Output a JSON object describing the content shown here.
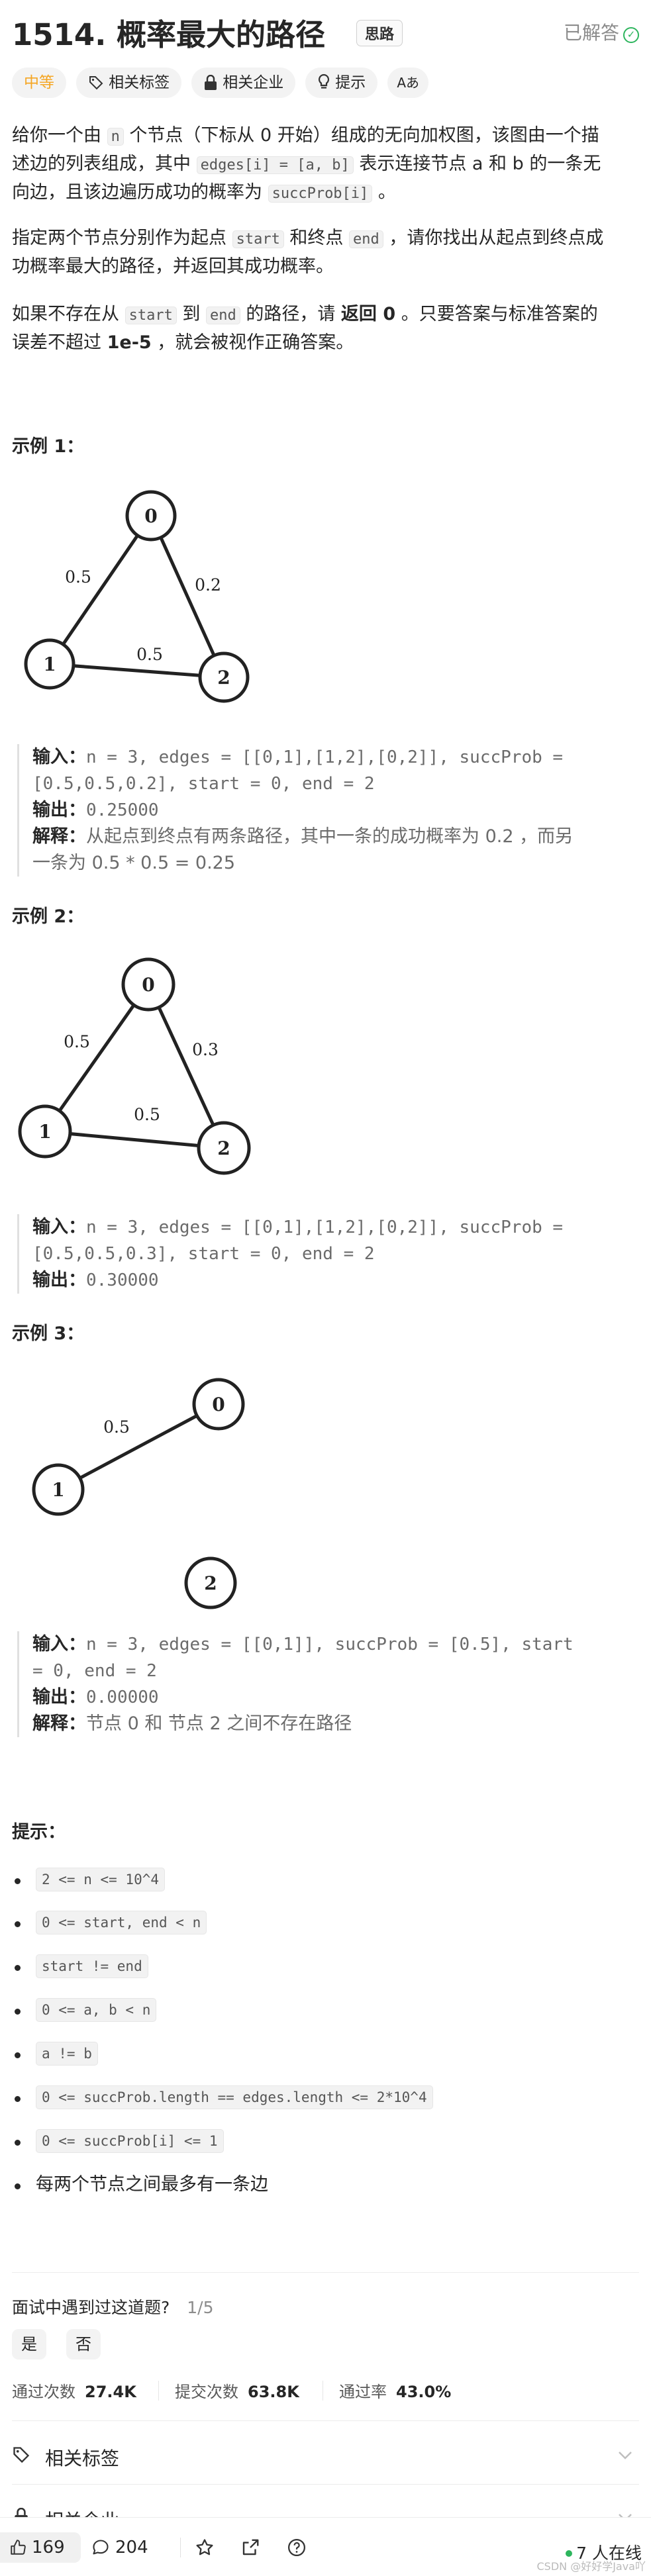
{
  "header": {
    "title": "1514. 概率最大的路径",
    "think_badge": "思路",
    "solved_label": "已解答"
  },
  "tags": {
    "difficulty": "中等",
    "related_tags": "相关标签",
    "related_companies": "相关企业",
    "hint": "提示",
    "translate_icon_label": "Aあ"
  },
  "description": {
    "p1_a": "给你一个由 ",
    "p1_n": "n",
    "p1_b": " 个节点（下标从 0 开始）组成的无向加权图，该图由一个描",
    "p1_c": "述边的列表组成，其中 ",
    "p1_edges": "edges[i] = [a, b]",
    "p1_d": " 表示连接节点 a 和 b 的一条无",
    "p1_e": "向边，且该边遍历成功的概率为 ",
    "p1_succ": "succProb[i]",
    "p1_f": " 。",
    "p2_a": "指定两个节点分别作为起点 ",
    "p2_start": "start",
    "p2_b": " 和终点 ",
    "p2_end": "end",
    "p2_c": " ，请你找出从起点到终点成",
    "p2_d": "功概率最大的路径，并返回其成功概率。",
    "p3_a": "如果不存在从 ",
    "p3_start": "start",
    "p3_b": " 到 ",
    "p3_end": "end",
    "p3_c": " 的路径，请 ",
    "p3_ret": "返回 0",
    "p3_d": " 。只要答案与标准答案的",
    "p3_e": "误差不超过 ",
    "p3_eps": "1e-5",
    "p3_f": " ，就会被视作正确答案。"
  },
  "examples": [
    {
      "title": "示例 1：",
      "graph": {
        "n0": "0",
        "n1": "1",
        "n2": "2",
        "e01": "0.5",
        "e02": "0.2",
        "e12": "0.5"
      },
      "input_label": "输入：",
      "input_line1": "n = 3, edges = [[0,1],[1,2],[0,2]], succProb =",
      "input_line2": "[0.5,0.5,0.2], start = 0, end = 2",
      "output_label": "输出：",
      "output": "0.25000",
      "explain_label": "解释：",
      "explain_line1": "从起点到终点有两条路径，其中一条的成功概率为 0.2 ，而另",
      "explain_line2": "一条为 0.5 * 0.5 = 0.25"
    },
    {
      "title": "示例 2：",
      "graph": {
        "n0": "0",
        "n1": "1",
        "n2": "2",
        "e01": "0.5",
        "e02": "0.3",
        "e12": "0.5"
      },
      "input_label": "输入：",
      "input_line1": "n = 3, edges = [[0,1],[1,2],[0,2]], succProb =",
      "input_line2": "[0.5,0.5,0.3], start = 0, end = 2",
      "output_label": "输出：",
      "output": "0.30000"
    },
    {
      "title": "示例 3：",
      "graph": {
        "n0": "0",
        "n1": "1",
        "n2": "2",
        "e01": "0.5"
      },
      "input_label": "输入：",
      "input_line1": "n = 3, edges = [[0,1]], succProb = [0.5], start",
      "input_line2": "= 0, end = 2",
      "output_label": "输出：",
      "output": "0.00000",
      "explain_label": "解释：",
      "explain_line1": "节点 0 和 节点 2 之间不存在路径"
    }
  ],
  "constraints": {
    "title": "提示：",
    "items": [
      "2 <= n <= 10^4",
      "0 <= start, end < n",
      "start != end",
      "0 <= a, b < n",
      "a != b",
      "0 <= succProb.length == edges.length <= 2*10^4",
      "0 <= succProb[i] <= 1",
      "每两个节点之间最多有一条边"
    ]
  },
  "interview": {
    "question": "面试中遇到过这道题?",
    "page": "1/5",
    "yes": "是",
    "no": "否"
  },
  "stats": {
    "accepted_label": "通过次数",
    "accepted": "27.4K",
    "submitted_label": "提交次数",
    "submitted": "63.8K",
    "rate_label": "通过率",
    "rate": "43.0%"
  },
  "sections": {
    "related_tags": "相关标签",
    "related_companies": "相关企业"
  },
  "bottom_bar": {
    "likes": "169",
    "comments": "204",
    "online": "7 人在线"
  },
  "watermark": "CSDN @好好学Java吖",
  "colors": {
    "difficulty": "#f5a623",
    "solved_check": "#2db55d",
    "online_dot": "#2db55d"
  }
}
